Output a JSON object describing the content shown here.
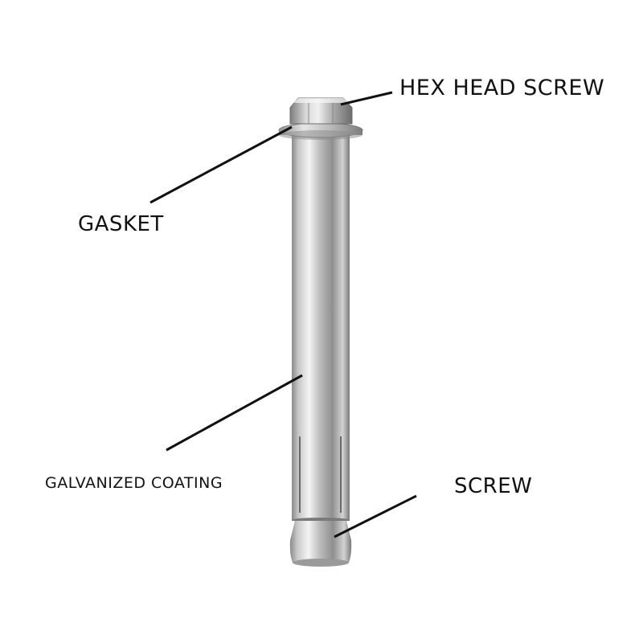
{
  "labels": {
    "hex_head_screw": "HEX HEAD SCREW",
    "gasket": "GASKET",
    "galvanized_coating": "GALVANIZED COATING",
    "screw": "SCREW"
  },
  "colors": {
    "background": "#ffffff",
    "text": "#111111",
    "leader": "#111111",
    "metal_light": "#f2f2f2",
    "metal_mid": "#b8b8b8",
    "metal_dark": "#6e6e6e"
  }
}
